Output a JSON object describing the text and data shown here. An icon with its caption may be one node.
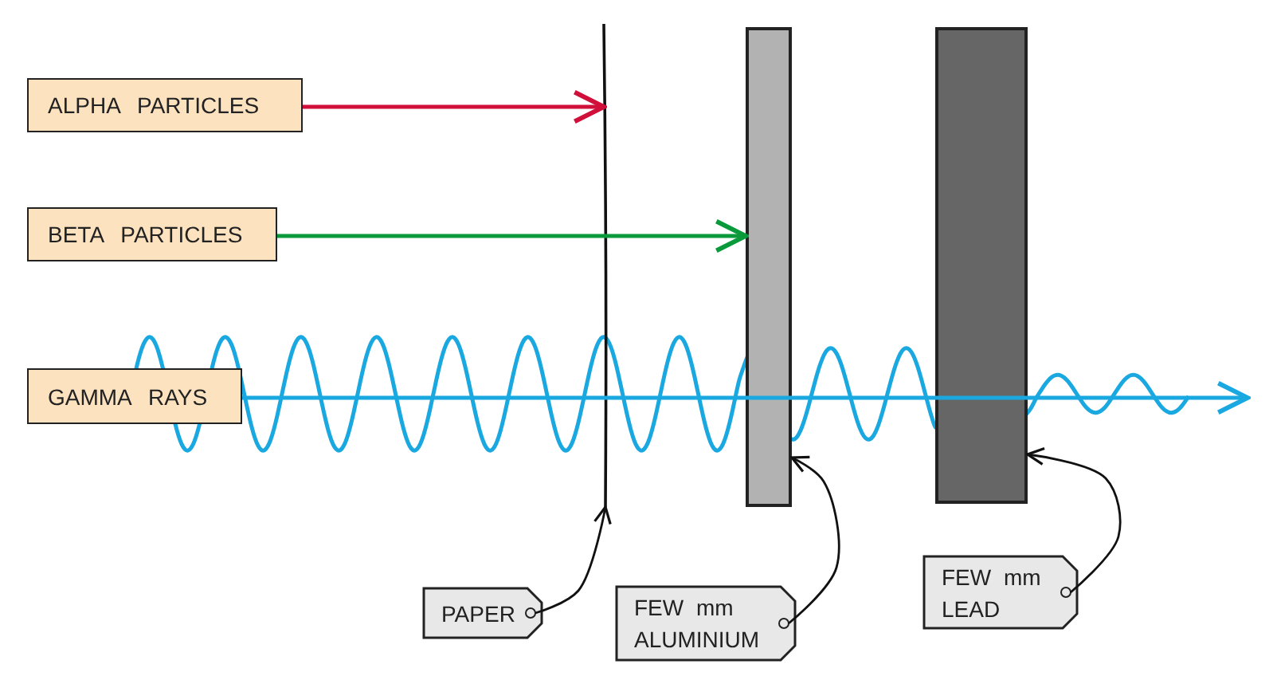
{
  "diagram": {
    "nodes": [
      {
        "text": [
          "ALPHA PARTICLES"
        ]
      },
      {
        "text": [
          "BETA PARTICLES"
        ]
      },
      {
        "text": [
          "GAMMA RAYS"
        ]
      },
      {
        "text": [],
        "shape": "line"
      },
      {
        "text": [],
        "shape": "bar"
      },
      {
        "text": [],
        "shape": "bar"
      },
      {
        "text": [
          "PAPER"
        ]
      },
      {
        "text": [
          "FEW mm ALUMINIUM"
        ]
      },
      {
        "text": [
          "FEW mm LEAD"
        ]
      }
    ],
    "edges": [
      {
        "from": 0,
        "to": 3,
        "arrow": "to",
        "color": "#d0103a"
      },
      {
        "from": 1,
        "to": 4,
        "arrow": "to",
        "color": "#0a9a3c"
      },
      {
        "from": 2,
        "to": null,
        "arrow": "to",
        "color": "#1aa8e0"
      },
      {
        "from": 6,
        "to": 3,
        "arrow": "to"
      },
      {
        "from": 7,
        "to": 4,
        "arrow": "to"
      },
      {
        "from": 8,
        "to": 5,
        "arrow": "to"
      }
    ]
  }
}
